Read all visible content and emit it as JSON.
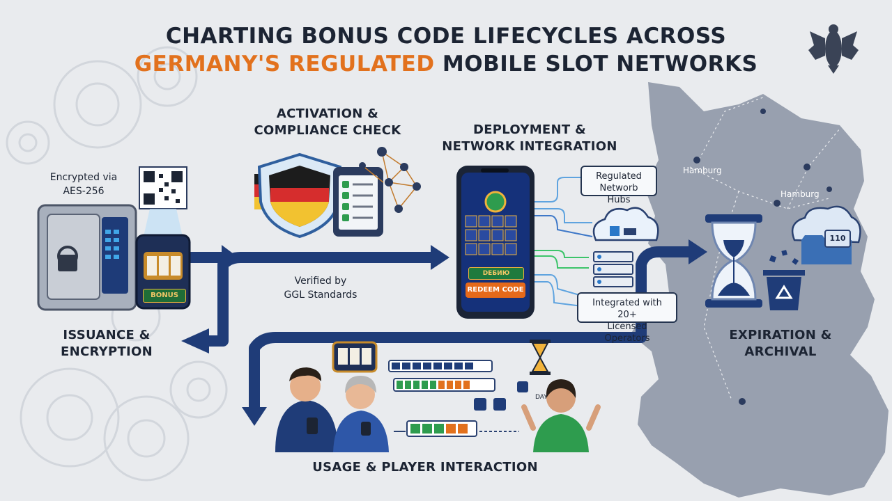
{
  "header": {
    "title_line1": "CHARTING BONUS CODE LIFECYCLES ACROSS",
    "title_line2_highlight": "GERMANY'S REGULATED",
    "title_line2_rest": " MOBILE SLOT NETWORKS"
  },
  "stages": {
    "issuance": "ISSUANCE &\nENCRYPTION",
    "activation": "ACTIVATION &\nCOMPLIANCE CHECK",
    "deployment": "DEPLOYMENT &\nNETWORK INTEGRATION",
    "expiration": "EXPIRATION &\nARCHIVAL",
    "usage": "USAGE & PLAYER INTERACTION"
  },
  "notes": {
    "encrypted": "Encrypted via\nAES-256",
    "verified": "Verified by\nGGL Standards"
  },
  "callouts": {
    "hubs": "Regulated\nNetworb Hubs",
    "integrated": "Integrated with 20+\nLicensed Operators"
  },
  "map": {
    "cities": [
      "Hamburg",
      "Hamburg"
    ]
  },
  "device_labels": {
    "bonus_chip": "BONUS",
    "phone_small_button": "DEБИЮ",
    "phone_redeem_button": "REDEEM CODE",
    "archive_tag": "110",
    "confetti_text": "DAY"
  },
  "colors": {
    "navy": "#1f3c78",
    "accent_orange": "#e2711d",
    "dark_text": "#1c2433",
    "green": "#2e9c4e",
    "map_gray": "#8a93a3",
    "background": "#e9ebee"
  },
  "icons": [
    "german-eagle-icon",
    "gear-icon",
    "safe-icon",
    "qr-code-icon",
    "shield-icon",
    "tablet-checklist-icon",
    "network-nodes-icon",
    "smartphone-icon",
    "cloud-server-icon",
    "server-rack-icon",
    "hourglass-icon",
    "recycle-bin-icon",
    "cloud-folder-icon",
    "slot-machine-icon",
    "progress-bar-icon",
    "person-icon"
  ]
}
